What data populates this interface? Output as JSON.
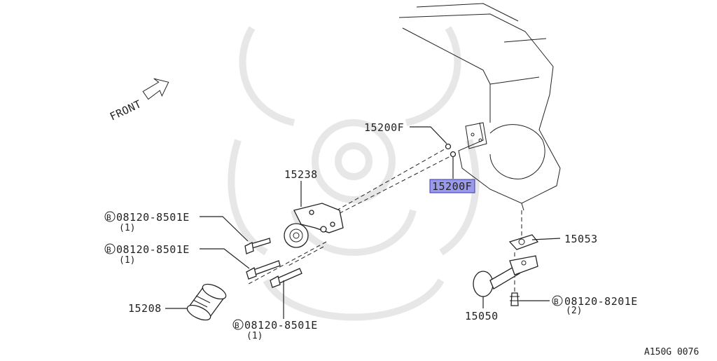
{
  "diagram": {
    "front_label": "FRONT",
    "code": "A150G 0076",
    "colors": {
      "line": "#222222",
      "highlight": "#9a9ae8",
      "highlight_border": "#3b3bb0",
      "watermark": "#bbbbbb"
    },
    "callouts": {
      "p15200f_upper": "15200F",
      "p15200f_lower": "15200F",
      "p15238": "15238",
      "p15053": "15053",
      "p15050": "15050",
      "p15208": "15208",
      "bolt1": {
        "badge": "B",
        "part": "08120-8501E",
        "qty": "(1)"
      },
      "bolt2": {
        "badge": "B",
        "part": "08120-8501E",
        "qty": "(1)"
      },
      "bolt3": {
        "badge": "B",
        "part": "08120-8501E",
        "qty": "(1)"
      },
      "bolt4": {
        "badge": "B",
        "part": "08120-8201E",
        "qty": "(2)"
      }
    }
  }
}
